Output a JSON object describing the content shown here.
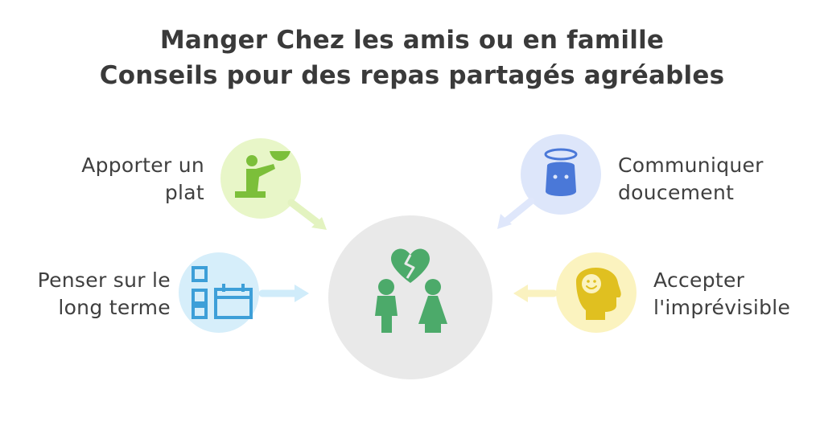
{
  "title": {
    "line1": "Manger Chez les amis ou en famille",
    "line2": "Conseils pour des repas partagés agréables"
  },
  "center": {
    "icon": "broken-heart-couple-icon"
  },
  "items": [
    {
      "id": "apporter",
      "line1": "Apporter un",
      "line2": "plat",
      "icon": "kneeling-offering-icon",
      "color": "#e8f6c8",
      "icon_color": "#7cbf3a"
    },
    {
      "id": "communiquer",
      "line1": "Communiquer",
      "line2": "doucement",
      "icon": "halo-head-icon",
      "color": "#dde6fa",
      "icon_color": "#4a78d8"
    },
    {
      "id": "penser",
      "line1": "Penser sur le",
      "line2": "long terme",
      "icon": "planning-calendar-icon",
      "color": "#d6eefa",
      "icon_color": "#3d9fd8"
    },
    {
      "id": "accepter",
      "line1": "Accepter",
      "line2": "l'imprévisible",
      "icon": "smiling-head-icon",
      "color": "#fbf3bf",
      "icon_color": "#e0c020"
    }
  ]
}
